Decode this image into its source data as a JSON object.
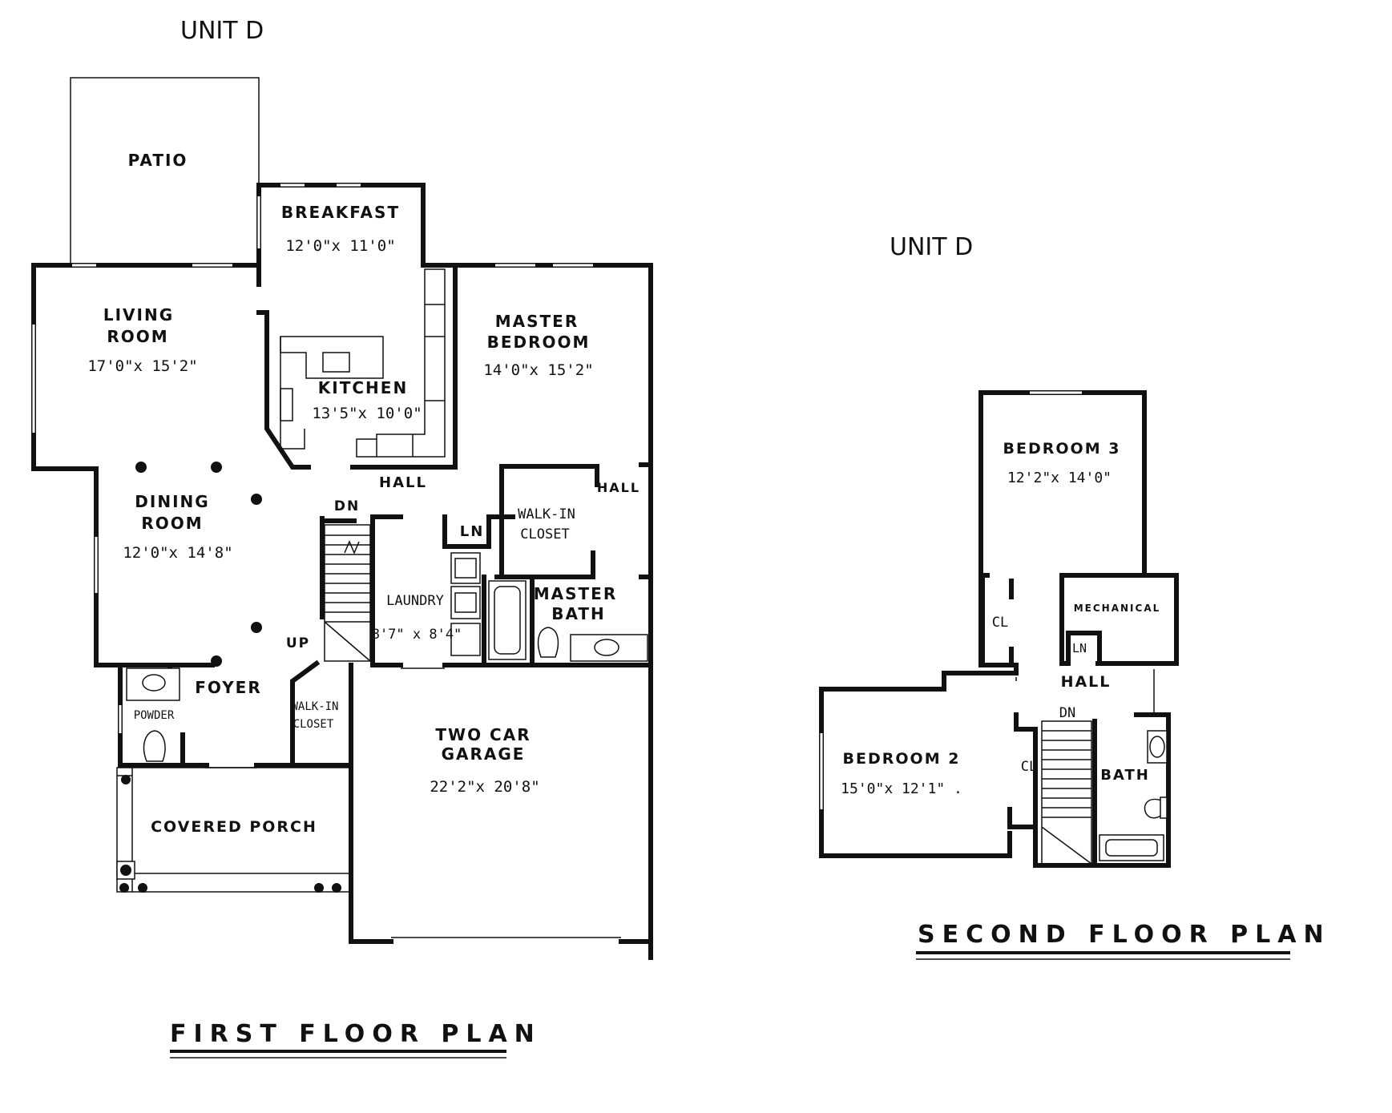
{
  "first_floor": {
    "unit_label": "UNIT D",
    "title": "FIRST FLOOR PLAN",
    "rooms": {
      "patio": "PATIO",
      "breakfast": "BREAKFAST",
      "breakfast_dim": "12'0\"x 11'0\"",
      "living_1": "LIVING",
      "living_2": "ROOM",
      "living_dim": "17'0\"x 15'2\"",
      "kitchen": "KITCHEN",
      "kitchen_dim": "13'5\"x 10'0\"",
      "master_1": "MASTER",
      "master_2": "BEDROOM",
      "master_dim": "14'0\"x 15'2\"",
      "hall": "HALL",
      "hall_right": "HALL",
      "dining_1": "DINING",
      "dining_2": "ROOM",
      "dining_dim": "12'0\"x 14'8\"",
      "dn": "DN",
      "up": "UP",
      "ln": "LN",
      "walkin_1": "WALK-IN",
      "walkin_2": "CLOSET",
      "laundry": "LAUNDRY",
      "laundry_dim": "8'7\" x 8'4\"",
      "master_bath_1": "MASTER",
      "master_bath_2": "BATH",
      "foyer": "FOYER",
      "powder": "POWDER",
      "foyer_walkin_1": "WALK-IN",
      "foyer_walkin_2": "CLOSET",
      "garage_1": "TWO CAR",
      "garage_2": "GARAGE",
      "garage_dim": "22'2\"x 20'8\"",
      "porch": "COVERED PORCH"
    }
  },
  "second_floor": {
    "unit_label": "UNIT D",
    "title": "SECOND FLOOR PLAN",
    "rooms": {
      "bedroom3": "BEDROOM 3",
      "bedroom3_dim": "12'2\"x 14'0\"",
      "cl_top": "CL",
      "mechanical": "MECHANICAL",
      "ln": "LN",
      "hall": "HALL",
      "dn": "DN",
      "bedroom2": "BEDROOM 2",
      "bedroom2_dim": "15'0\"x 12'1\" .",
      "cl_bottom": "CL",
      "bath": "BATH"
    }
  }
}
